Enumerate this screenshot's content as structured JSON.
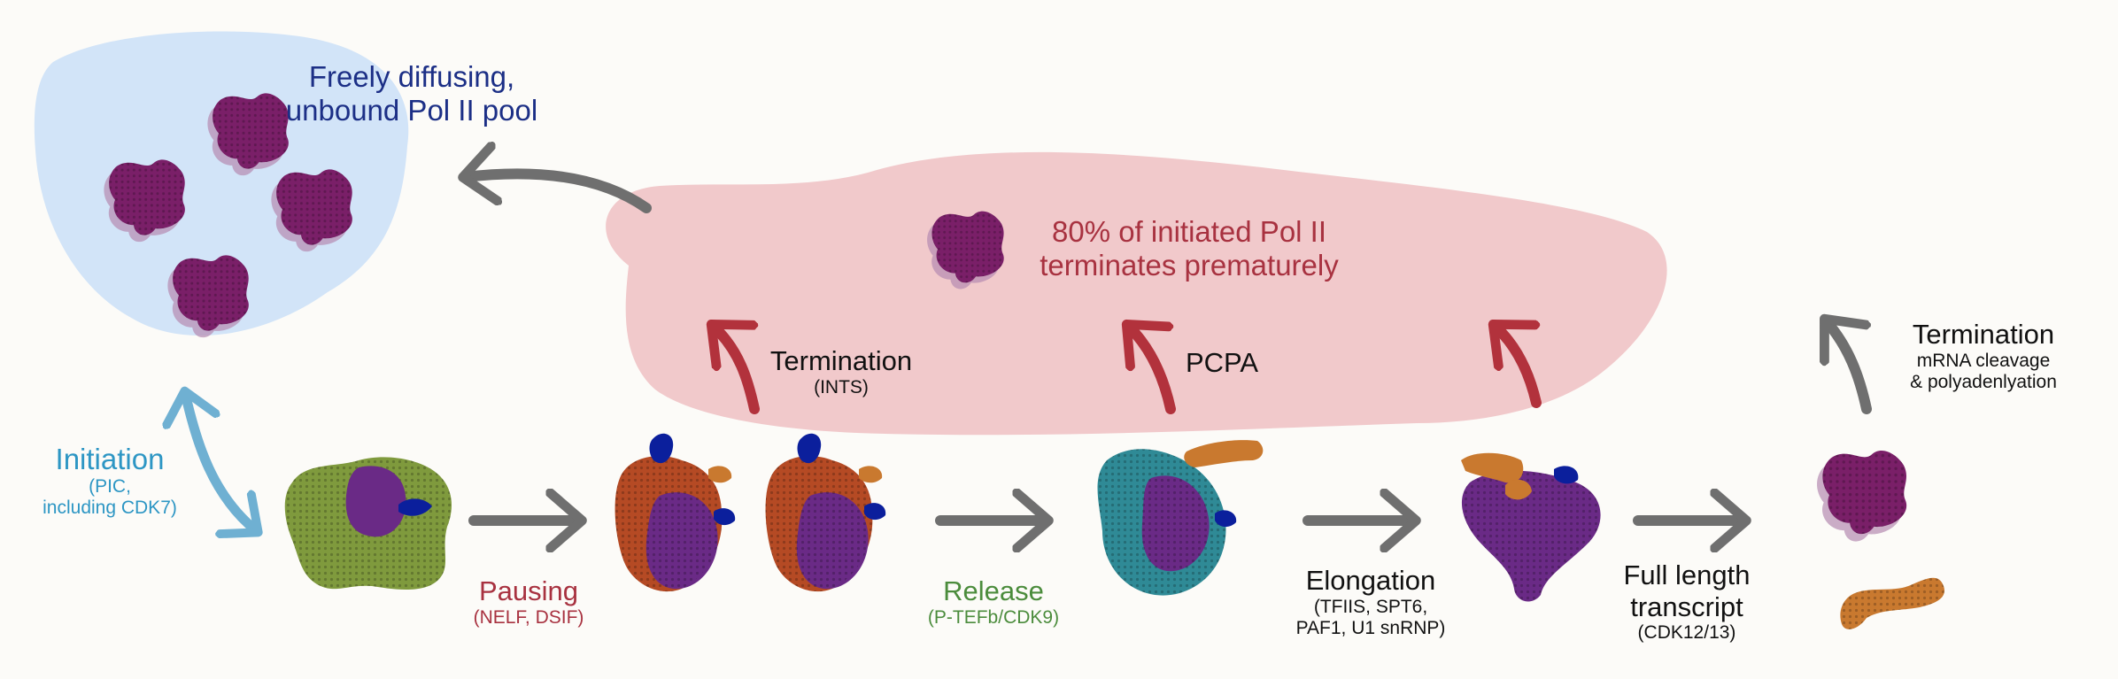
{
  "colors": {
    "pool_blob": "#d2e4f8",
    "premature_blob": "#f1c9cb",
    "pol2": "#7a1f68",
    "pol2_shadow": "#b58ab0",
    "pol2_core": "#6a2a86",
    "pic_green": "#7f9a3d",
    "nelf_orange": "#b54a24",
    "ptefb_teal": "#2f8a96",
    "rna_orange": "#c9792f",
    "factor_blue": "#0b1f9c",
    "arrow_gray": "#6f6f6f",
    "arrow_red": "#b2323c",
    "arrow_blue": "#6fb0d2",
    "text_navy": "#1c2f86",
    "text_red": "#a83240",
    "text_blue": "#2d96c4",
    "text_green": "#4b8c3c",
    "text_black": "#111111"
  },
  "pool": {
    "title_line1": "Freely diffusing,",
    "title_line2": "unbound Pol II pool"
  },
  "premature": {
    "line1": "80% of initiated Pol II",
    "line2": "terminates prematurely"
  },
  "steps": {
    "initiation": {
      "title": "Initiation",
      "sub1": "(PIC,",
      "sub2": "including CDK7)"
    },
    "pausing": {
      "title": "Pausing",
      "sub": "(NELF, DSIF)"
    },
    "release": {
      "title": "Release",
      "sub": "(P-TEFb/CDK9)"
    },
    "elongation": {
      "title": "Elongation",
      "sub1": "(TFIIS, SPT6,",
      "sub2": "PAF1, U1 snRNP)"
    },
    "full_length": {
      "title1": "Full length",
      "title2": "transcript",
      "sub": "(CDK12/13)"
    },
    "term_ints": {
      "title": "Termination",
      "sub": "(INTS)"
    },
    "pcpa": {
      "title": "PCPA"
    },
    "term_final": {
      "title": "Termination",
      "sub1": "mRNA cleavage",
      "sub2": "& polyadenlyation"
    }
  }
}
